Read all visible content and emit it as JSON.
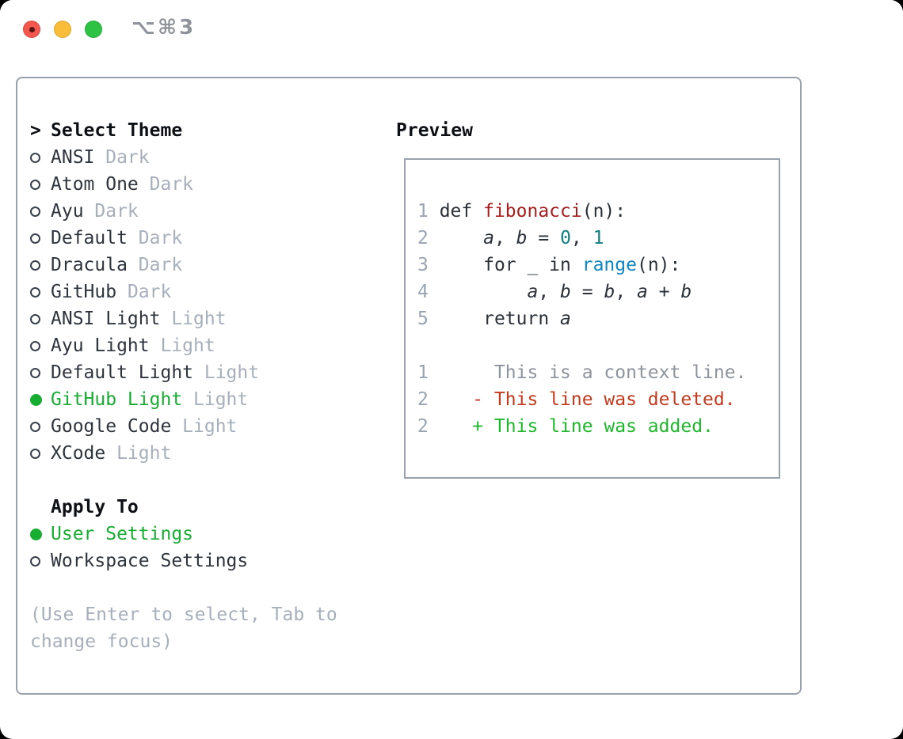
{
  "window": {
    "title": "⌥⌘3",
    "traffic_lights": [
      "close",
      "minimize",
      "zoom"
    ]
  },
  "colors": {
    "accent_green": "#17ac32",
    "added_green": "#1fb82c",
    "deleted_red": "#c43a1e",
    "function_red": "#a51f1f",
    "builtin_blue": "#0f85c2",
    "number_teal": "#0f7f81",
    "muted_gray": "#a7afba",
    "border_gray": "#99a1ac",
    "traffic_red": "#f4574d",
    "traffic_yellow": "#f9bd39",
    "traffic_green": "#2ec245"
  },
  "theme_picker": {
    "header_prefix": ">",
    "header": "Select Theme",
    "items": [
      {
        "name": "ANSI",
        "tag": "Dark",
        "selected": false
      },
      {
        "name": "Atom One",
        "tag": "Dark",
        "selected": false
      },
      {
        "name": "Ayu",
        "tag": "Dark",
        "selected": false
      },
      {
        "name": "Default",
        "tag": "Dark",
        "selected": false
      },
      {
        "name": "Dracula",
        "tag": "Dark",
        "selected": false
      },
      {
        "name": "GitHub",
        "tag": "Dark",
        "selected": false
      },
      {
        "name": "ANSI Light",
        "tag": "Light",
        "selected": false
      },
      {
        "name": "Ayu Light",
        "tag": "Light",
        "selected": false
      },
      {
        "name": "Default Light",
        "tag": "Light",
        "selected": false
      },
      {
        "name": "GitHub Light",
        "tag": "Light",
        "selected": true
      },
      {
        "name": "Google Code",
        "tag": "Light",
        "selected": false
      },
      {
        "name": "XCode",
        "tag": "Light",
        "selected": false
      }
    ]
  },
  "apply_to": {
    "header": "Apply To",
    "options": [
      {
        "name": "User Settings",
        "selected": true
      },
      {
        "name": "Workspace Settings",
        "selected": false
      }
    ]
  },
  "hint": "(Use Enter to select, Tab to change focus)",
  "preview": {
    "header": "Preview",
    "lines": [
      {
        "num": "1",
        "tokens": [
          {
            "t": "def ",
            "c": "plain"
          },
          {
            "t": "fibonacci",
            "c": "func"
          },
          {
            "t": "(n):",
            "c": "plain"
          }
        ]
      },
      {
        "num": "2",
        "tokens": [
          {
            "t": "    ",
            "c": "plain"
          },
          {
            "t": "a",
            "c": "var"
          },
          {
            "t": ", ",
            "c": "plain"
          },
          {
            "t": "b",
            "c": "var"
          },
          {
            "t": " = ",
            "c": "plain"
          },
          {
            "t": "0",
            "c": "number"
          },
          {
            "t": ", ",
            "c": "plain"
          },
          {
            "t": "1",
            "c": "number"
          }
        ]
      },
      {
        "num": "3",
        "tokens": [
          {
            "t": "    for _ in ",
            "c": "plain"
          },
          {
            "t": "range",
            "c": "builtin"
          },
          {
            "t": "(n):",
            "c": "plain"
          }
        ]
      },
      {
        "num": "4",
        "tokens": [
          {
            "t": "        ",
            "c": "plain"
          },
          {
            "t": "a",
            "c": "var"
          },
          {
            "t": ", ",
            "c": "plain"
          },
          {
            "t": "b",
            "c": "var"
          },
          {
            "t": " = ",
            "c": "plain"
          },
          {
            "t": "b",
            "c": "var"
          },
          {
            "t": ", ",
            "c": "plain"
          },
          {
            "t": "a",
            "c": "var"
          },
          {
            "t": " + ",
            "c": "plain"
          },
          {
            "t": "b",
            "c": "var"
          }
        ]
      },
      {
        "num": "5",
        "tokens": [
          {
            "t": "    return ",
            "c": "plain"
          },
          {
            "t": "a",
            "c": "var"
          }
        ]
      },
      {
        "num": "",
        "tokens": []
      },
      {
        "num": "1",
        "tokens": [
          {
            "t": "     This is a context line.",
            "c": "context"
          }
        ]
      },
      {
        "num": "2",
        "tokens": [
          {
            "t": "   - This line was deleted.",
            "c": "deleted"
          }
        ]
      },
      {
        "num": "2",
        "tokens": [
          {
            "t": "   + This line was added.",
            "c": "added"
          }
        ]
      }
    ]
  }
}
